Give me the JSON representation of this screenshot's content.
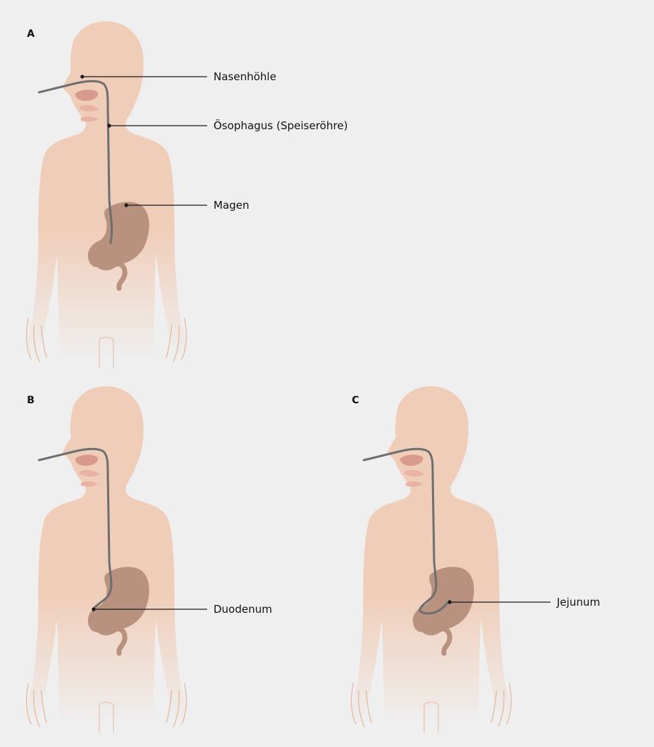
{
  "panels": [
    {
      "letter": "A",
      "labels": [
        "Nasenhöhle",
        "Ösophagus (Speiseröhre)",
        "Magen"
      ]
    },
    {
      "letter": "B",
      "labels": [
        "Duodenum"
      ]
    },
    {
      "letter": "C",
      "labels": [
        "Jejunum"
      ]
    }
  ],
  "colors": {
    "background": "#efefef",
    "body_skin": "#f0cdb8",
    "nasal_cavity": "#d99a8e",
    "stomach": "#b8917f",
    "tube": "#6e6e6e",
    "callout": "#1a1a1a"
  }
}
